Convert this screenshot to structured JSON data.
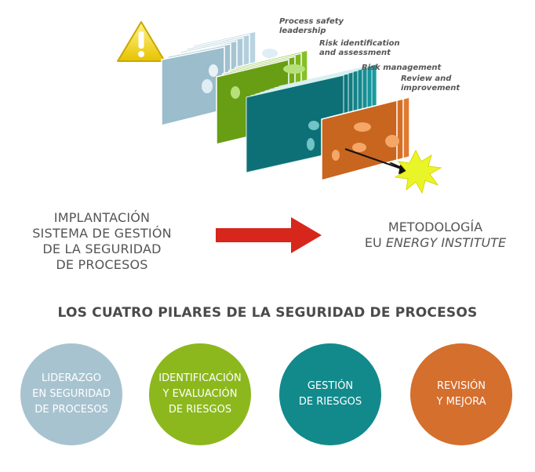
{
  "diagram": {
    "layers": [
      {
        "label_line1": "Process safety",
        "label_line2": "leadership",
        "color": "#a9c7d6"
      },
      {
        "label_line1": "Risk identification",
        "label_line2": "and assessment",
        "color": "#7ab51d"
      },
      {
        "label_line1": "Risk management",
        "label_line2": "",
        "color": "#12858a"
      },
      {
        "label_line1": "Review and",
        "label_line2": "improvement",
        "color": "#d9702a"
      }
    ],
    "hazard_icon": "warning-triangle-icon",
    "incident_icon": "starburst-icon"
  },
  "implementation": {
    "lines": [
      "IMPLANTACIÓN",
      "SISTEMA DE GESTIÓN",
      "DE LA SEGURIDAD",
      "DE PROCESOS"
    ]
  },
  "arrow": {
    "color": "#d7261b"
  },
  "methodology": {
    "line1": "METODOLOGÍA",
    "line2_prefix": "EU ",
    "line2_emphasis": "ENERGY INSTITUTE"
  },
  "pillars_title": "LOS CUATRO PILARES DE LA SEGURIDAD DE PROCESOS",
  "pillars": [
    {
      "lines": [
        "LIDERAZGO",
        "EN SEGURIDAD",
        "DE PROCESOS"
      ],
      "color": "#a8c3d0"
    },
    {
      "lines": [
        "IDENTIFICACIÓN",
        "Y EVALUACIÓN",
        "DE RIESGOS"
      ],
      "color": "#8cb81e"
    },
    {
      "lines": [
        "GESTIÓN",
        "DE RIESGOS"
      ],
      "color": "#128a8c"
    },
    {
      "lines": [
        "REVISIÓN",
        "Y MEJORA"
      ],
      "color": "#d46f2d"
    }
  ]
}
